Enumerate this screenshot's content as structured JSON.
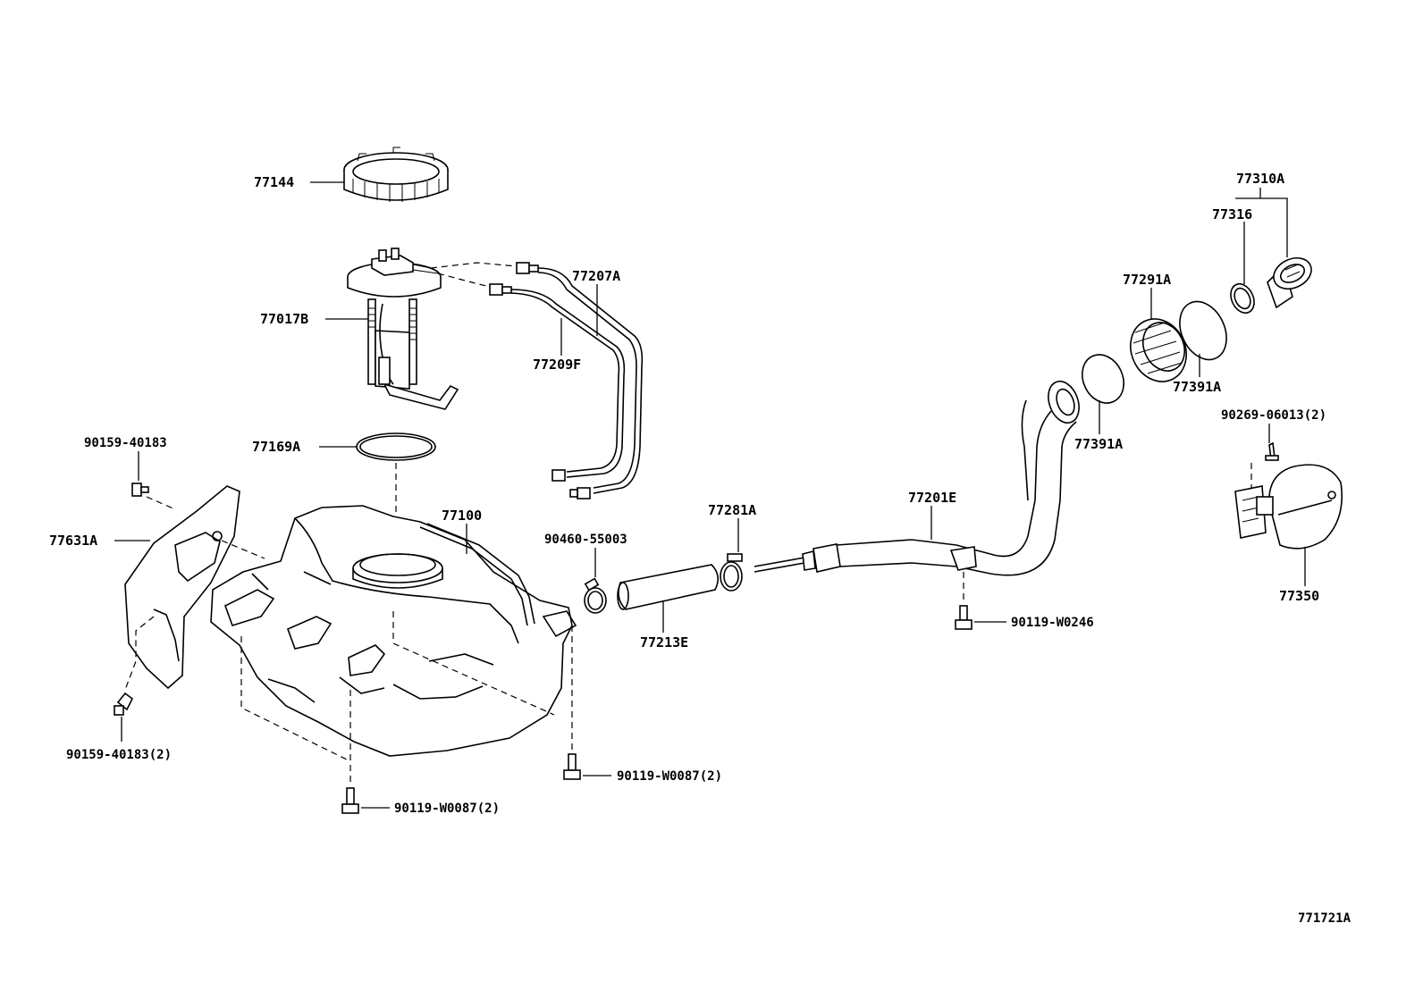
{
  "diagram": {
    "figure_id": "771721A",
    "labels": {
      "p77144": "77144",
      "p77017B": "77017B",
      "p77169A": "77169A",
      "p77207A": "77207A",
      "p77209F": "77209F",
      "p77100": "77100",
      "p77631A": "77631A",
      "p90159_top": "90159-40183",
      "p90159_bot": "90159-40183(2)",
      "p90460": "90460-55003",
      "p77213E": "77213E",
      "p77281A": "77281A",
      "p77201E": "77201E",
      "p90119_w0246": "90119-W0246",
      "p90119_w0087_right": "90119-W0087(2)",
      "p90119_w0087_bot": "90119-W0087(2)",
      "p77291A": "77291A",
      "p77391A_a": "77391A",
      "p77391A_b": "77391A",
      "p77310A": "77310A",
      "p77316": "77316",
      "p90269": "90269-06013(2)",
      "p77350": "77350"
    }
  }
}
